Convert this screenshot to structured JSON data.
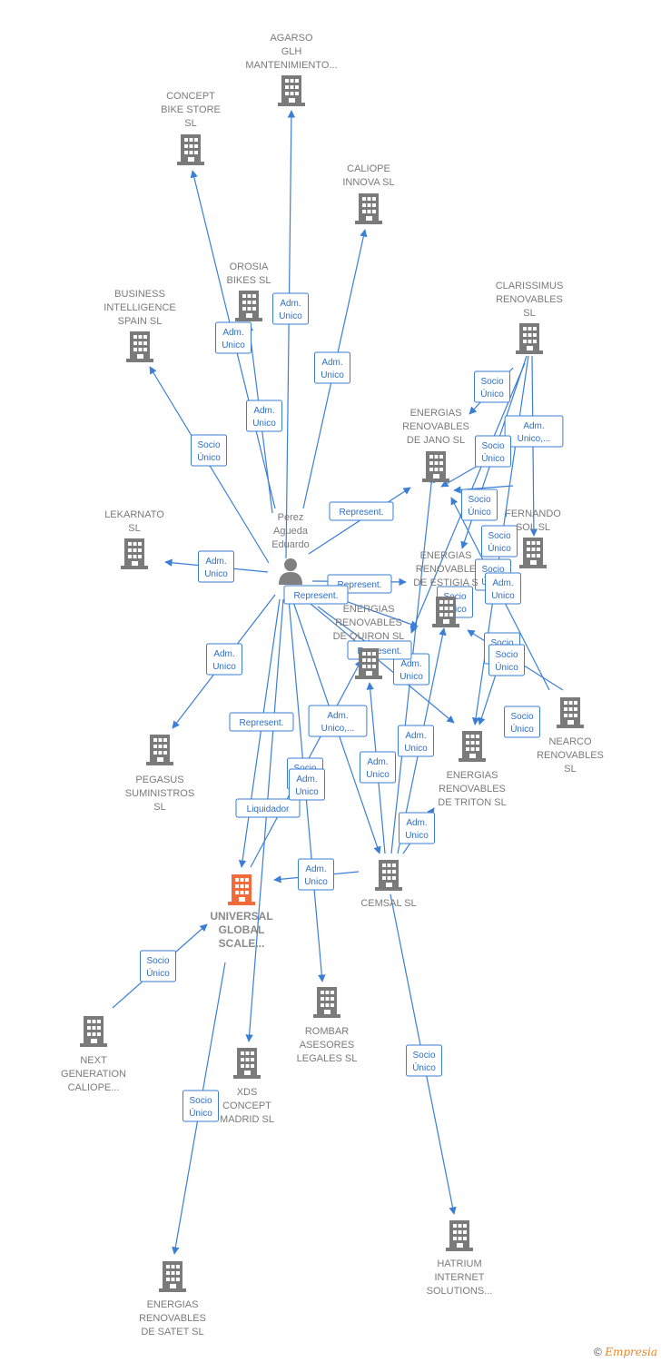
{
  "colors": {
    "edge": "#3a7fd5",
    "company": "#7a7a7a",
    "main": "#f26b3a",
    "person": "#808080"
  },
  "nodes": {
    "agarso": {
      "lines": [
        "AGARSO",
        "GLH",
        "MANTENIMIENTO..."
      ],
      "type": "company"
    },
    "concept_bike": {
      "lines": [
        "CONCEPT",
        "BIKE STORE",
        "SL"
      ],
      "type": "company"
    },
    "caliope_innova": {
      "lines": [
        "CALIOPE",
        "INNOVA SL"
      ],
      "type": "company"
    },
    "orosia": {
      "lines": [
        "OROSIA",
        "BIKES SL"
      ],
      "type": "company"
    },
    "business_intel": {
      "lines": [
        "BUSINESS",
        "INTELLIGENCE",
        "SPAIN SL"
      ],
      "type": "company"
    },
    "clarissimus": {
      "lines": [
        "CLARISSIMUS",
        "RENOVABLES",
        "SL"
      ],
      "type": "company"
    },
    "jano": {
      "lines": [
        "ENERGIAS",
        "RENOVABLES",
        "DE JANO SL"
      ],
      "type": "company"
    },
    "lekarnato": {
      "lines": [
        "LEKARNATO",
        "SL"
      ],
      "type": "company"
    },
    "fernando_sol": {
      "lines": [
        "FERNANDO",
        "SOL SL"
      ],
      "type": "company"
    },
    "estigia": {
      "lines": [
        "ENERGIAS",
        "RENOVABLE",
        "DE ESTIGIA S"
      ],
      "type": "company"
    },
    "quiron": {
      "lines": [
        "ENERGIAS",
        "RENOVABLES",
        "DE QUIRON SL"
      ],
      "type": "company"
    },
    "pegasus": {
      "lines": [
        "PEGASUS",
        "SUMINISTROS",
        "SL"
      ],
      "type": "company"
    },
    "nearco": {
      "lines": [
        "NEARCO",
        "RENOVABLES",
        "SL"
      ],
      "type": "company"
    },
    "triton": {
      "lines": [
        "ENERGIAS",
        "RENOVABLES",
        "DE TRITON SL"
      ],
      "type": "company"
    },
    "universal": {
      "lines": [
        "UNIVERSAL",
        "GLOBAL",
        "SCALE..."
      ],
      "type": "main"
    },
    "cemsal": {
      "lines": [
        "CEMSAL SL"
      ],
      "type": "company"
    },
    "next_gen": {
      "lines": [
        "NEXT",
        "GENERATION",
        "CALIOPE..."
      ],
      "type": "company"
    },
    "rombar": {
      "lines": [
        "ROMBAR",
        "ASESORES",
        "LEGALES SL"
      ],
      "type": "company"
    },
    "xds": {
      "lines": [
        "XDS",
        "CONCEPT",
        "MADRID SL"
      ],
      "type": "company"
    },
    "satet": {
      "lines": [
        "ENERGIAS",
        "RENOVABLES",
        "DE SATET SL"
      ],
      "type": "company"
    },
    "hatrium": {
      "lines": [
        "HATRIUM",
        "INTERNET",
        "SOLUTIONS..."
      ],
      "type": "company"
    },
    "person": {
      "lines": [
        "Perez",
        "Agueda",
        "Eduardo"
      ],
      "type": "person"
    }
  },
  "edge_labels": {
    "adm_unico": [
      "Adm.",
      "Unico"
    ],
    "socio_unico": [
      "Socio",
      "Único"
    ],
    "adm_unico_ellipsis": [
      "Adm.",
      "Unico,..."
    ],
    "represent": [
      "Represent."
    ],
    "liquidador": [
      "Liquidador"
    ]
  },
  "footer": {
    "copyright": "©",
    "brand": "Empresia"
  }
}
